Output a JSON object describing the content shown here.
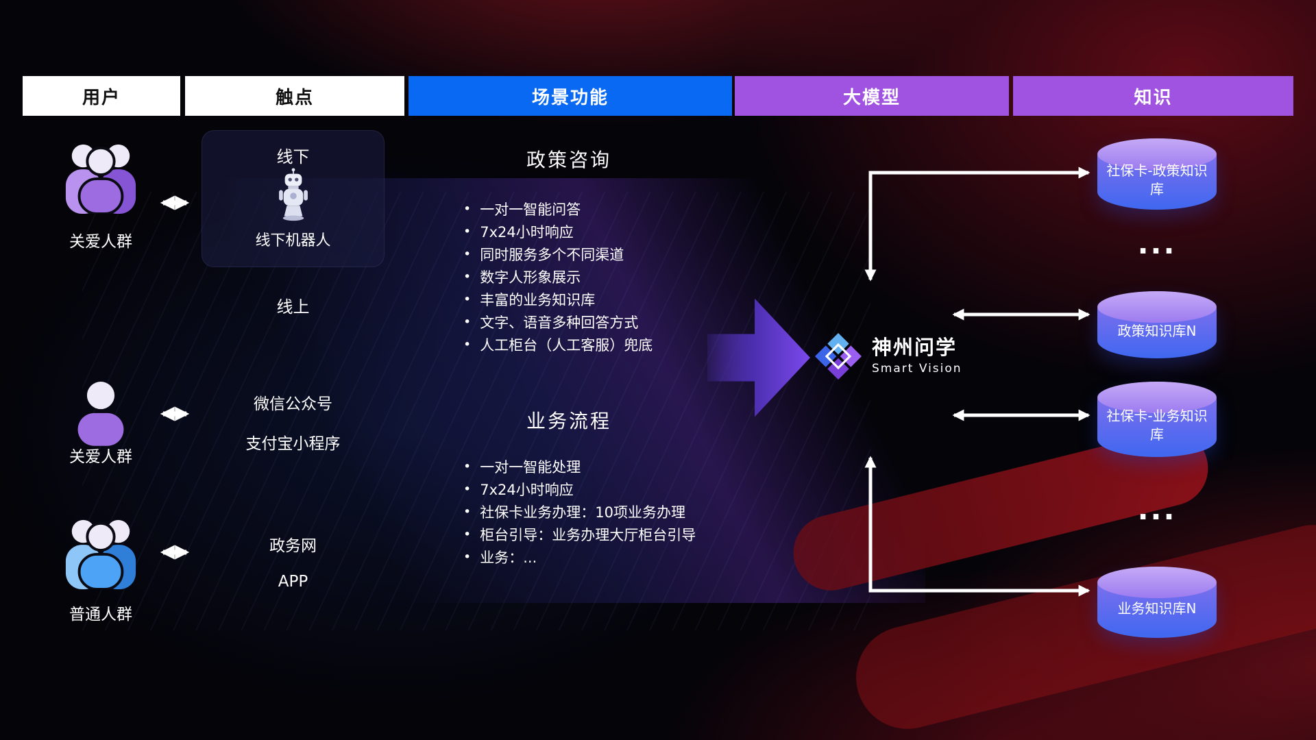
{
  "headers": [
    {
      "label": "用户"
    },
    {
      "label": "触点"
    },
    {
      "label": "场景功能"
    },
    {
      "label": "大模型"
    },
    {
      "label": "知识"
    }
  ],
  "users": [
    {
      "label": "关爱人群",
      "icon": "group-people-icon",
      "color": "#9d6ce0"
    },
    {
      "label": "关爱人群",
      "icon": "single-person-icon",
      "color": "#9d6ce0"
    },
    {
      "label": "普通人群",
      "icon": "group-people-icon",
      "color": "#4da3f5"
    }
  ],
  "touchpoints": {
    "offline_title": "线下",
    "offline_robot": "线下机器人",
    "online_title": "线上",
    "wechat": "微信公众号",
    "alipay": "支付宝小程序",
    "gov": "政务网",
    "app": "APP"
  },
  "scenario_policy": {
    "title": "政策咨询",
    "items": [
      "一对一智能问答",
      "7x24小时响应",
      "同时服务多个不同渠道",
      "数字人形象展示",
      "丰富的业务知识库",
      "文字、语音多种回答方式",
      "人工柜台（人工客服）兜底"
    ]
  },
  "scenario_business": {
    "title": "业务流程",
    "items": [
      "一对一智能处理",
      "7x24小时响应",
      "社保卡业务办理：10项业务办理",
      "柜台引导：业务办理大厅柜台引导",
      "业务：..."
    ]
  },
  "model": {
    "name": "神州问学",
    "subtitle": "Smart Vision"
  },
  "knowledge": {
    "db1": "社保卡-政策知识库",
    "ellipsis1": "...",
    "db2": "政策知识库N",
    "db3": "社保卡-业务知识库",
    "ellipsis2": "...",
    "db4": "业务知识库N"
  },
  "colors": {
    "header_blue": "#0a69f2",
    "header_purple": "#a052e0",
    "db_cap": "#b99ef4",
    "db_body_top": "#8f74ec",
    "db_body_bottom": "#3f68f0",
    "user_purple": "#9d6ce0",
    "user_blue": "#4da3f5",
    "big_arrow_purple": "#7c49ec",
    "background_red": "#a5101f"
  }
}
